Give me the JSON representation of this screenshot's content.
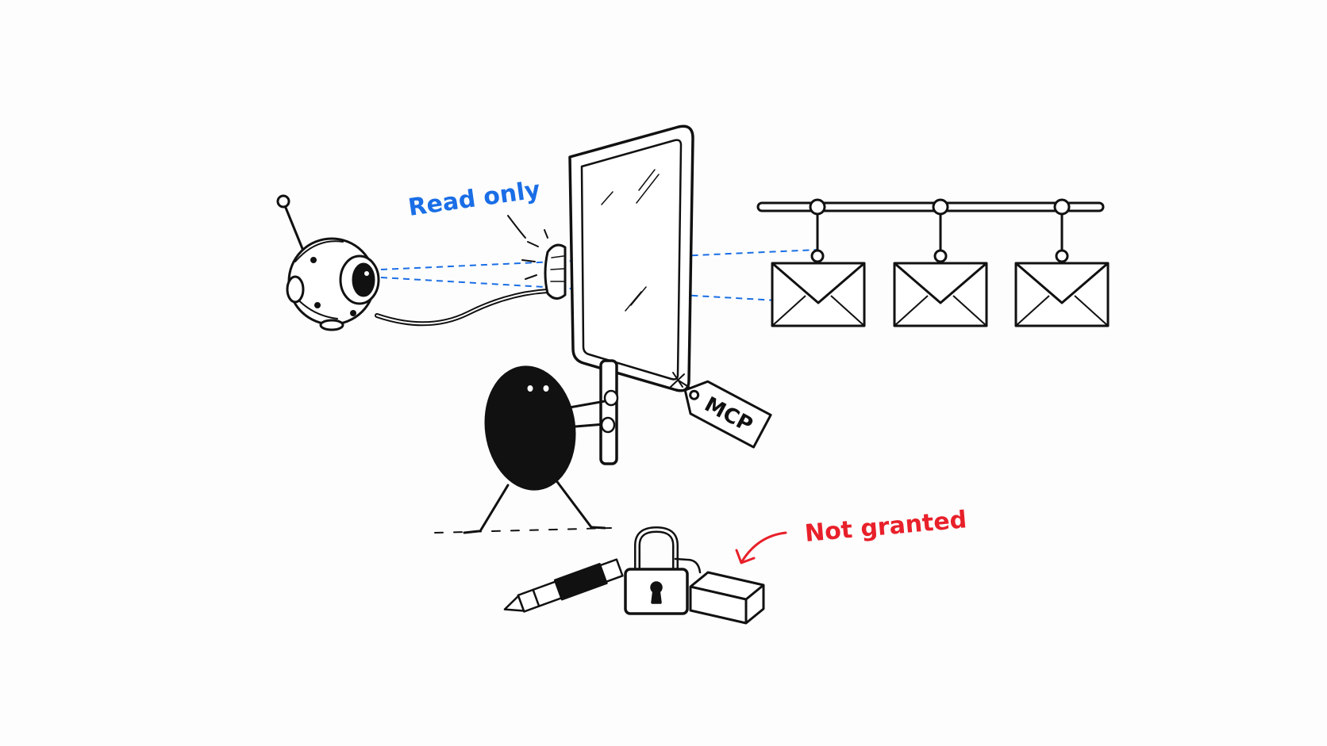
{
  "labels": {
    "read_only": "Read only",
    "mcp_tag": "MCP",
    "not_granted": "Not granted"
  },
  "colors": {
    "ink": "#111111",
    "read_only_blue": "#1a6ee6",
    "not_granted_red": "#e8202a",
    "paper": "#fdfdfd"
  },
  "icons": [
    "robot-eye-icon",
    "mirror-panel-icon",
    "blob-character-icon",
    "mcp-tag-icon",
    "envelope-icon",
    "padlock-icon",
    "pen-icon",
    "eraser-icon"
  ],
  "envelopes": [
    {
      "name": "envelope-1"
    },
    {
      "name": "envelope-2"
    },
    {
      "name": "envelope-3"
    }
  ]
}
